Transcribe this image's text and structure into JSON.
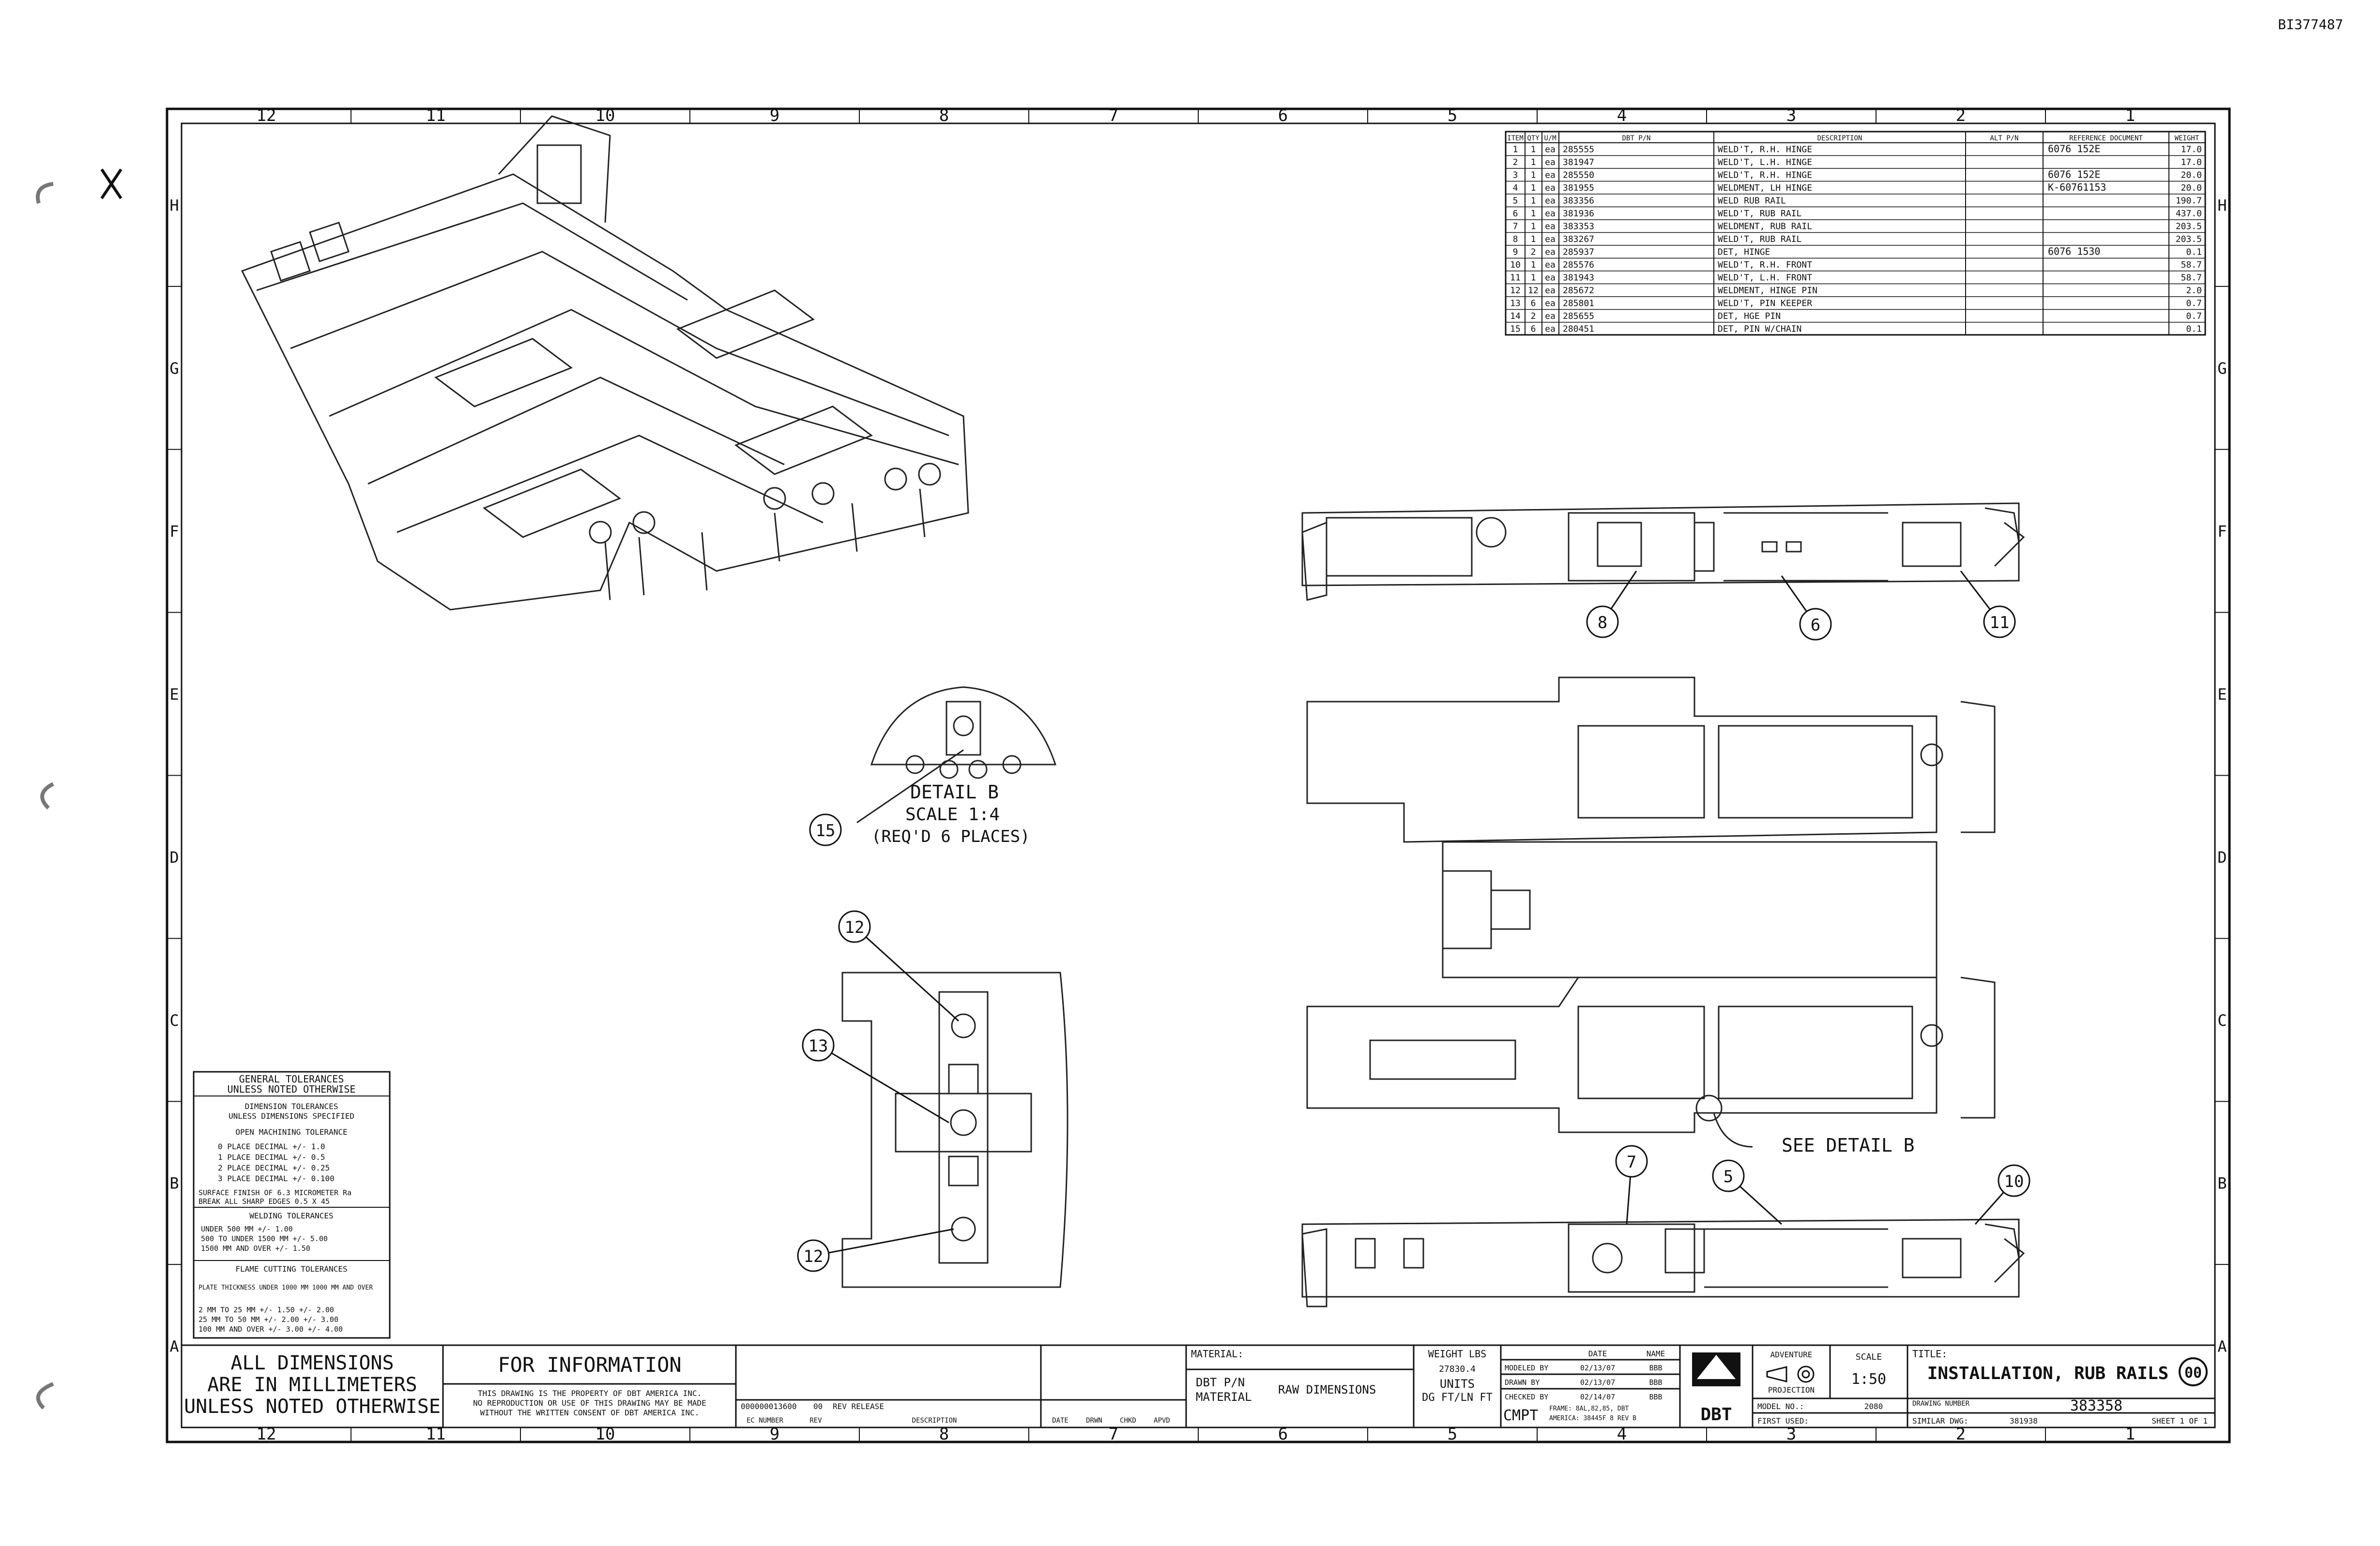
{
  "corner_id": "BI377487",
  "zone_cols": [
    "12",
    "11",
    "10",
    "9",
    "8",
    "7",
    "6",
    "5",
    "4",
    "3",
    "2",
    "1"
  ],
  "zone_rows": [
    "H",
    "G",
    "F",
    "E",
    "D",
    "C",
    "B",
    "A"
  ],
  "bom": {
    "headers": [
      "ITEM",
      "QTY",
      "U/M",
      "DBT P/N",
      "DESCRIPTION",
      "",
      "ALT P/N",
      "REFERENCE DOCUMENT",
      "WEIGHT"
    ],
    "rows": [
      {
        "item": "1",
        "qty": "1",
        "um": "ea",
        "pn": "285555",
        "desc": "WELD'T, R.H. HINGE",
        "ref": "6076 152E",
        "wt": "17.0"
      },
      {
        "item": "2",
        "qty": "1",
        "um": "ea",
        "pn": "381947",
        "desc": "WELD'T, L.H. HINGE",
        "ref": "",
        "wt": "17.0"
      },
      {
        "item": "3",
        "qty": "1",
        "um": "ea",
        "pn": "285550",
        "desc": "WELD'T, R.H. HINGE",
        "ref": "6076 152E",
        "wt": "20.0"
      },
      {
        "item": "4",
        "qty": "1",
        "um": "ea",
        "pn": "381955",
        "desc": "WELDMENT, LH HINGE",
        "ref": "K-60761153",
        "wt": "20.0"
      },
      {
        "item": "5",
        "qty": "1",
        "um": "ea",
        "pn": "383356",
        "desc": "WELD RUB RAIL",
        "ref": "",
        "wt": "190.7"
      },
      {
        "item": "6",
        "qty": "1",
        "um": "ea",
        "pn": "381936",
        "desc": "WELD'T, RUB RAIL",
        "ref": "",
        "wt": "437.0"
      },
      {
        "item": "7",
        "qty": "1",
        "um": "ea",
        "pn": "383353",
        "desc": "WELDMENT, RUB RAIL",
        "ref": "",
        "wt": "203.5"
      },
      {
        "item": "8",
        "qty": "1",
        "um": "ea",
        "pn": "383267",
        "desc": "WELD'T, RUB RAIL",
        "ref": "",
        "wt": "203.5"
      },
      {
        "item": "9",
        "qty": "2",
        "um": "ea",
        "pn": "285937",
        "desc": "DET, HINGE",
        "ref": "6076 1530",
        "wt": "0.1"
      },
      {
        "item": "10",
        "qty": "1",
        "um": "ea",
        "pn": "285576",
        "desc": "WELD'T, R.H. FRONT",
        "ref": "",
        "wt": "58.7"
      },
      {
        "item": "11",
        "qty": "1",
        "um": "ea",
        "pn": "381943",
        "desc": "WELD'T, L.H. FRONT",
        "ref": "",
        "wt": "58.7"
      },
      {
        "item": "12",
        "qty": "12",
        "um": "ea",
        "pn": "285672",
        "desc": "WELDMENT, HINGE PIN",
        "ref": "",
        "wt": "2.0"
      },
      {
        "item": "13",
        "qty": "6",
        "um": "ea",
        "pn": "285801",
        "desc": "WELD'T, PIN KEEPER",
        "ref": "",
        "wt": "0.7"
      },
      {
        "item": "14",
        "qty": "2",
        "um": "ea",
        "pn": "285655",
        "desc": "DET, HGE PIN",
        "ref": "",
        "wt": "0.7"
      },
      {
        "item": "15",
        "qty": "6",
        "um": "ea",
        "pn": "280451",
        "desc": "DET, PIN W/CHAIN",
        "ref": "",
        "wt": "0.1"
      }
    ]
  },
  "detail": {
    "title": "DETAIL B",
    "scale": "SCALE 1:4",
    "note": "(REQ'D 6 PLACES)",
    "balloon": "15"
  },
  "balloons_top": [
    "8",
    "6",
    "11"
  ],
  "balloons_bottom": [
    "7",
    "5",
    "10"
  ],
  "balloons_pin": [
    "12",
    "13",
    "12"
  ],
  "see_detail": "SEE DETAIL B",
  "tolerances": {
    "title1": "GENERAL TOLERANCES",
    "title2": "UNLESS NOTED OTHERWISE",
    "sub1": "DIMENSION TOLERANCES",
    "sub2": "UNLESS DIMENSIONS SPECIFIED",
    "open_title": "OPEN MACHINING TOLERANCE",
    "open_rows": [
      "0 PLACE DECIMAL  +/- 1.0",
      "1 PLACE DECIMAL  +/- 0.5",
      "2 PLACE DECIMAL  +/- 0.25",
      "3 PLACE DECIMAL  +/- 0.100"
    ],
    "surface": "SURFACE FINISH OF 6.3 MICROMETER Ra",
    "break": "BREAK ALL SHARP EDGES 0.5 X 45",
    "weld_title": "WELDING TOLERANCES",
    "weld_rows": [
      "UNDER 500 MM       +/- 1.00",
      "500 TO UNDER 1500 MM  +/- 5.00",
      "1500 MM AND OVER    +/- 1.50"
    ],
    "flame_title": "FLAME CUTTING TOLERANCES",
    "flame_hdr": "PLATE THICKNESS   UNDER 1000 MM   1000 MM AND OVER",
    "flame_rows": [
      "2 MM TO 25 MM   +/- 1.50  +/- 2.00",
      "25 MM TO 50 MM  +/- 2.00  +/- 3.00",
      "100 MM AND OVER  +/- 3.00  +/- 4.00"
    ]
  },
  "title_block": {
    "all_dims": [
      "ALL DIMENSIONS",
      "ARE IN MILLIMETERS",
      "UNLESS NOTED OTHERWISE"
    ],
    "for_info": "FOR INFORMATION",
    "property": [
      "THIS DRAWING IS THE PROPERTY OF DBT AMERICA INC.",
      "NO REPRODUCTION OR USE OF THIS DRAWING MAY BE MADE",
      "WITHOUT THE WRITTEN CONSENT OF DBT AMERICA INC."
    ],
    "rev_entry": [
      "000000013600",
      "00",
      "REV RELEASE"
    ],
    "rev_labels": [
      "EC NUMBER",
      "REV",
      "DESCRIPTION",
      "DATE",
      "DRWN",
      "CHKD",
      "APVD"
    ],
    "material_label": "MATERIAL:",
    "dbt_pn": "DBT P/N",
    "material_word": "MATERIAL",
    "raw_dims": "RAW DIMENSIONS",
    "weight_lbs": "WEIGHT LBS",
    "weight_val": "27830.4",
    "units": "UNITS",
    "units_val": "DG FT/LN FT",
    "cmpt": "CMPT",
    "sig_rows": [
      {
        "label": "MODELED BY",
        "date": "02/13/07",
        "name": "BBB"
      },
      {
        "label": "DRAWN BY",
        "date": "02/13/07",
        "name": "BBB"
      },
      {
        "label": "CHECKED BY",
        "date": "02/14/07",
        "name": "BBB"
      }
    ],
    "sig_hdr": [
      "DATE",
      "NAME"
    ],
    "frame_note": [
      "FRAME: 8AL,82,85, DBT",
      "AMERICA: 38445F 8 REV B"
    ],
    "logo": "DBT",
    "adv": "ADVENTURE",
    "projection": "PROJECTION",
    "scale_label": "SCALE",
    "scale_val": "1:50",
    "title_label": "TITLE:",
    "title": "INSTALLATION, RUB RAILS",
    "rev_circle": "00",
    "model_label": "MODEL NO.:",
    "model_val": "2080",
    "drawing_number_label": "DRAWING NUMBER",
    "drawing_number": "383358",
    "first_used_label": "FIRST USED:",
    "similar_label": "SIMILAR DWG:",
    "similar_val": "381938",
    "sheet": "SHEET 1 OF 1"
  }
}
